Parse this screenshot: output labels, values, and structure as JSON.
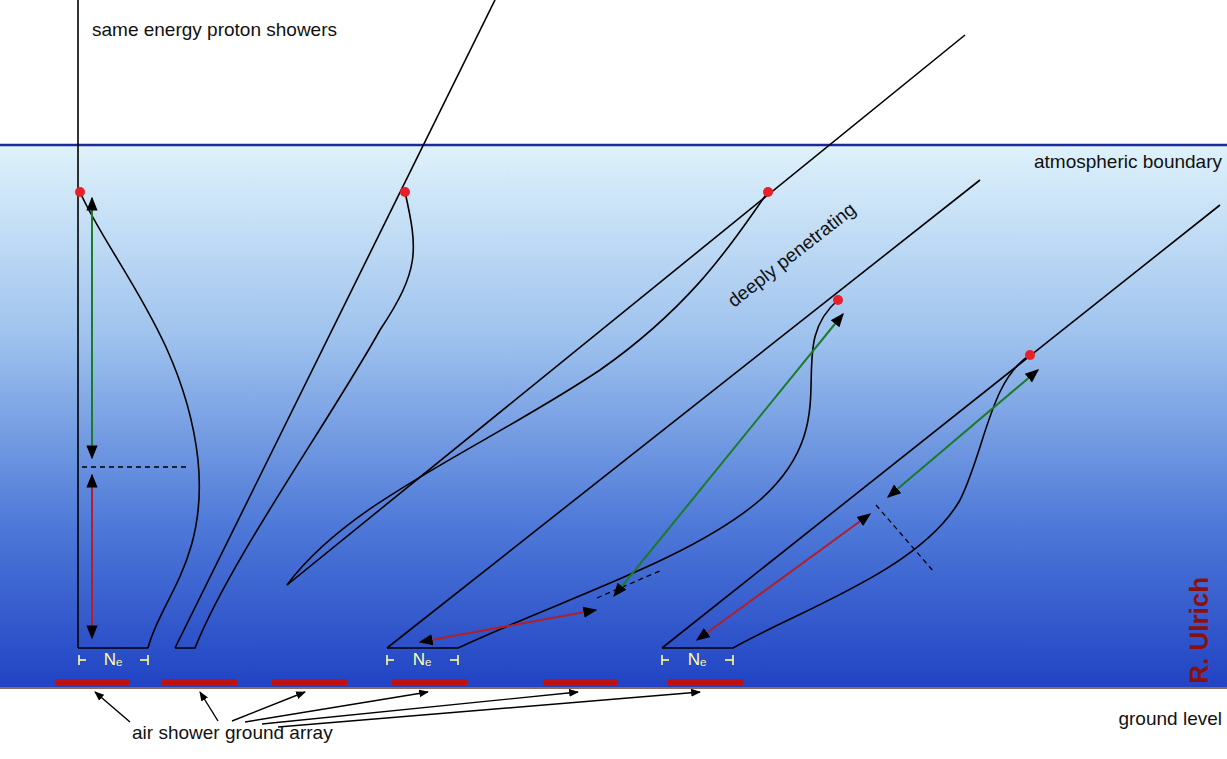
{
  "diagram": {
    "labels": [
      "same energy proton showers",
      "atmospheric boundary",
      "deeply penetrating",
      "Nₑ",
      "Nₑ",
      "Nₑ",
      "R. Ulrich",
      "ground level",
      "air shower ground array"
    ]
  }
}
